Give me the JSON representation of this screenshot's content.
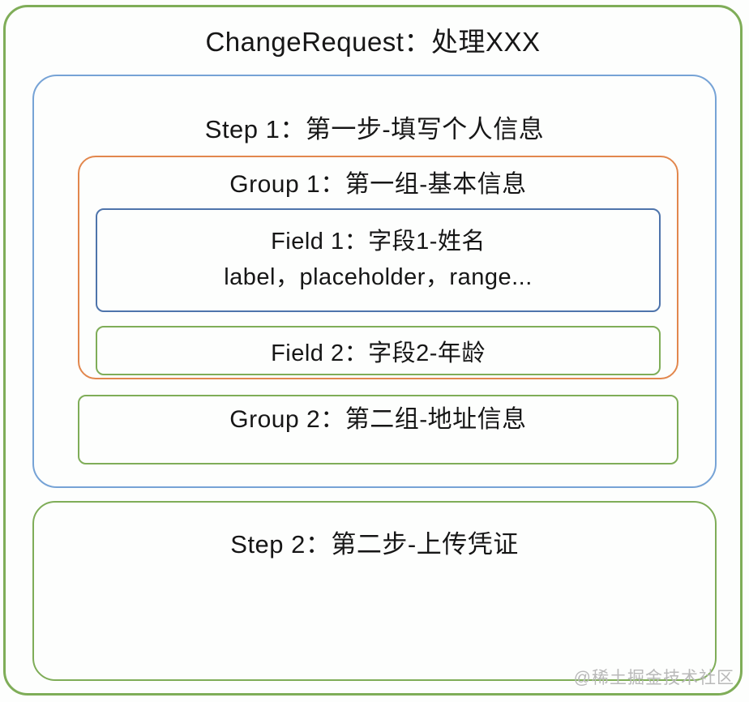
{
  "colors": {
    "green": "#7fad58",
    "light_blue": "#76a3d6",
    "orange": "#e2874d",
    "dark_blue": "#4e74ab",
    "text": "#161616",
    "watermark": "#b9b9b9"
  },
  "diagram": {
    "change_request": {
      "title": "ChangeRequest：处理XXX"
    },
    "step1": {
      "title": "Step 1：第一步-填写个人信息",
      "group1": {
        "title": "Group 1：第一组-基本信息",
        "field1": {
          "title": "Field 1：字段1-姓名",
          "subtitle": "label，placeholder，range..."
        },
        "field2": {
          "title": "Field 2：字段2-年龄"
        }
      },
      "group2": {
        "title": "Group 2：第二组-地址信息"
      }
    },
    "step2": {
      "title": "Step 2：第二步-上传凭证"
    },
    "watermark": "@稀土掘金技术社区"
  }
}
